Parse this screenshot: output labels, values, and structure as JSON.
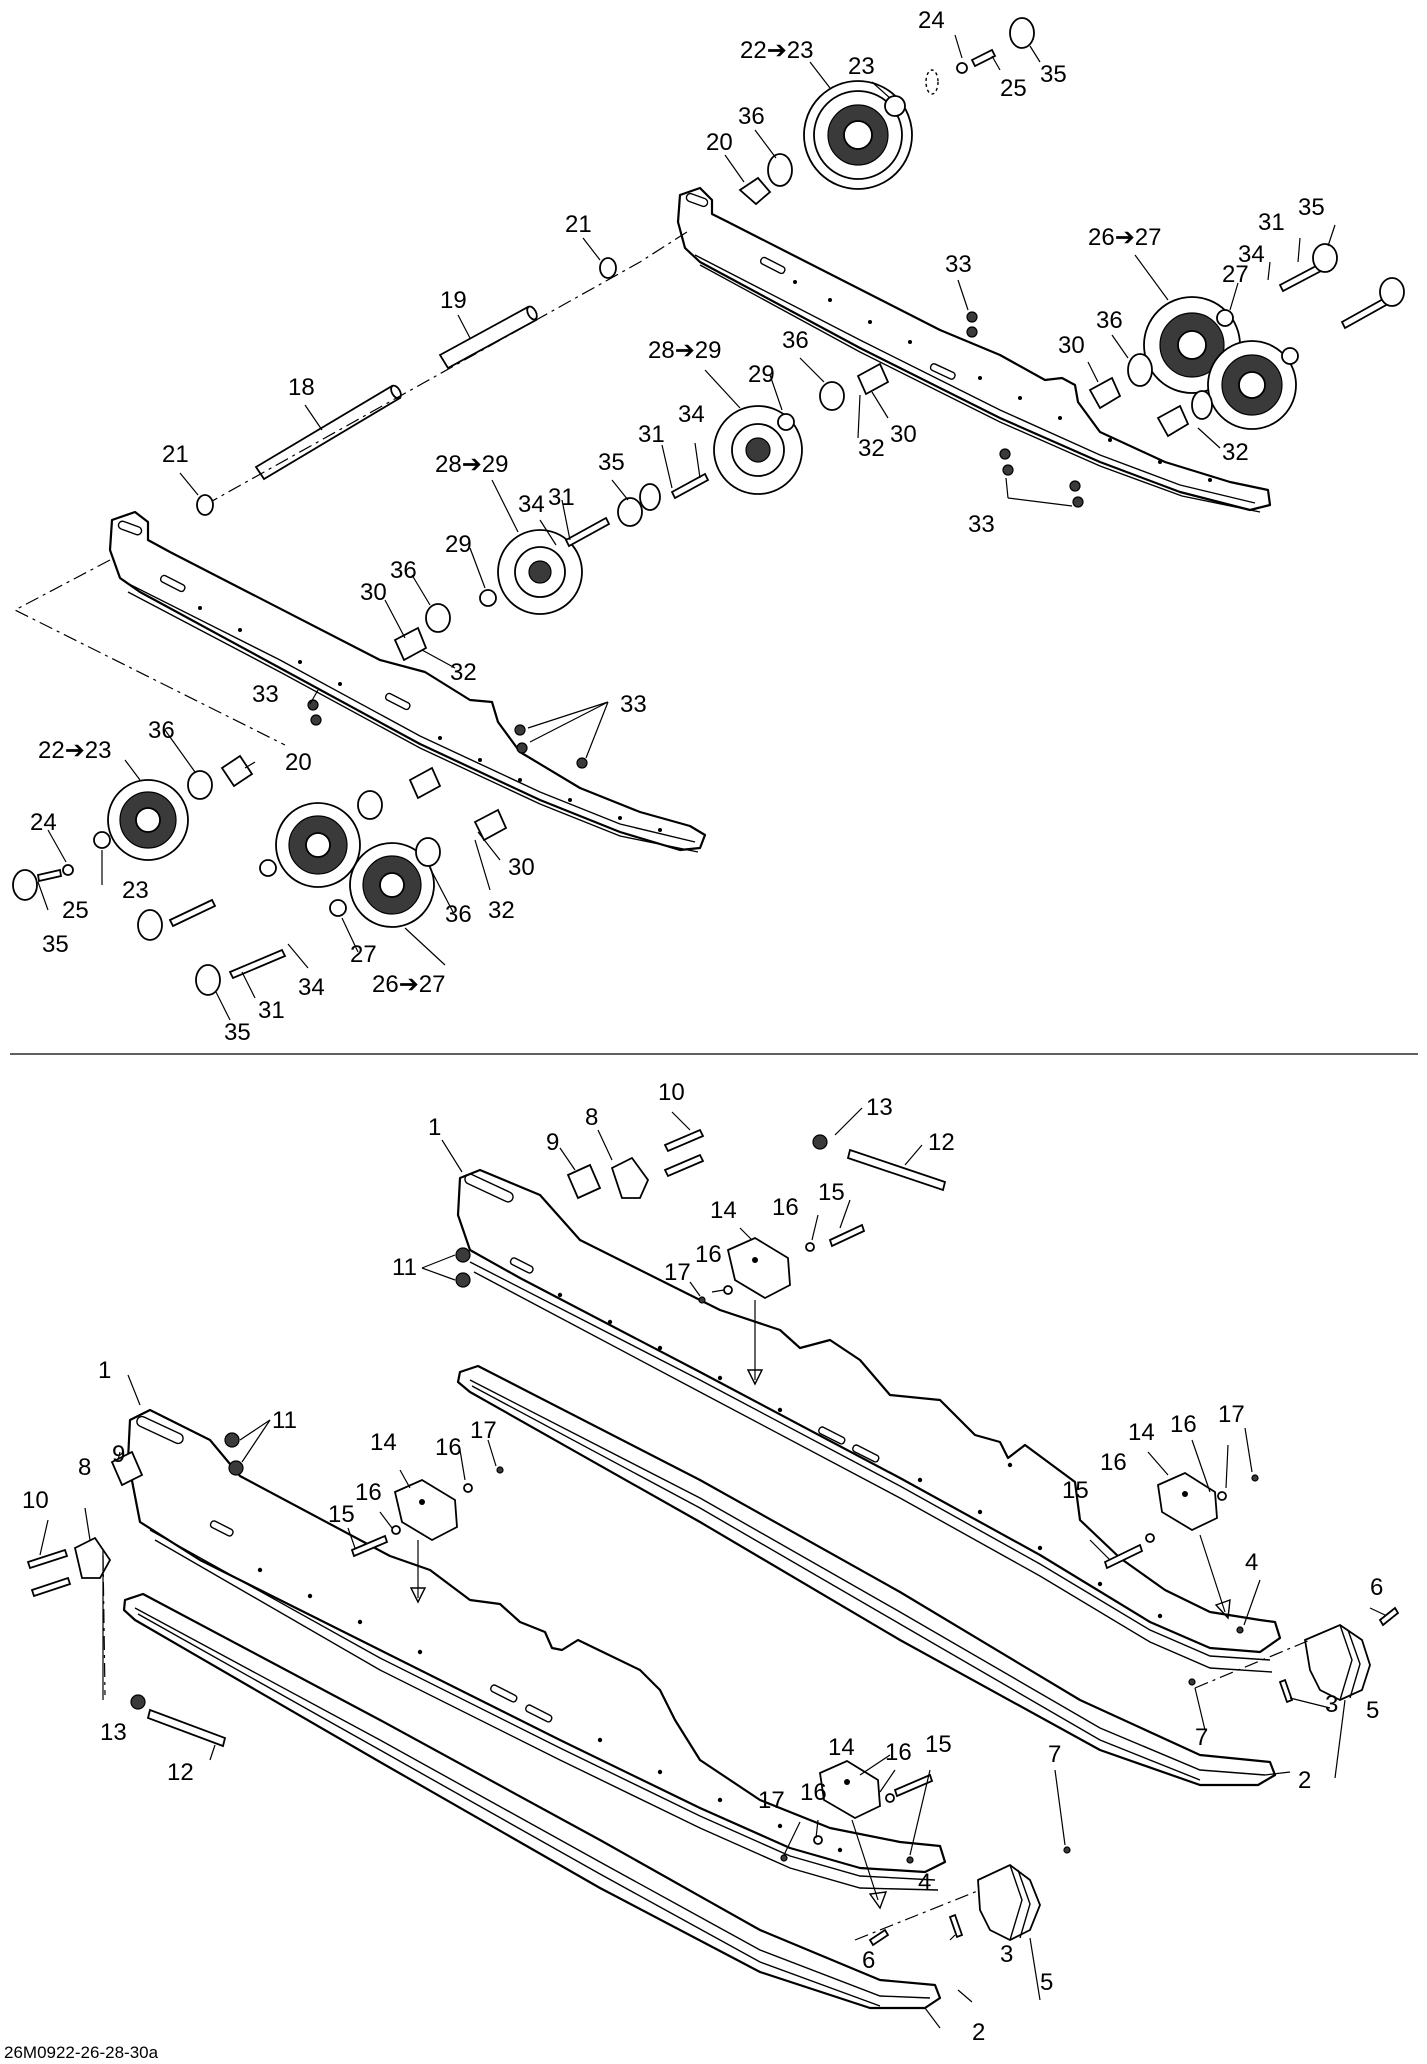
{
  "diagram_code": "26M0922-26-28-30a",
  "labels": {
    "arrow_22_23": "22➔23",
    "arrow_26_27": "26➔27",
    "arrow_28_29": "28➔29",
    "p1": "1",
    "p2": "2",
    "p3": "3",
    "p4": "4",
    "p5": "5",
    "p6": "6",
    "p7": "7",
    "p8": "8",
    "p9": "9",
    "p10": "10",
    "p11": "11",
    "p12": "12",
    "p13": "13",
    "p14": "14",
    "p15": "15",
    "p16": "16",
    "p17": "17",
    "p18": "18",
    "p19": "19",
    "p20": "20",
    "p21": "21",
    "p23": "23",
    "p24": "24",
    "p25": "25",
    "p27": "27",
    "p29": "29",
    "p30": "30",
    "p31": "31",
    "p32": "32",
    "p33": "33",
    "p34": "34",
    "p35": "35",
    "p36": "36"
  },
  "colors": {
    "line": "#000000",
    "background": "#ffffff",
    "shade": "#3a3a3a"
  }
}
